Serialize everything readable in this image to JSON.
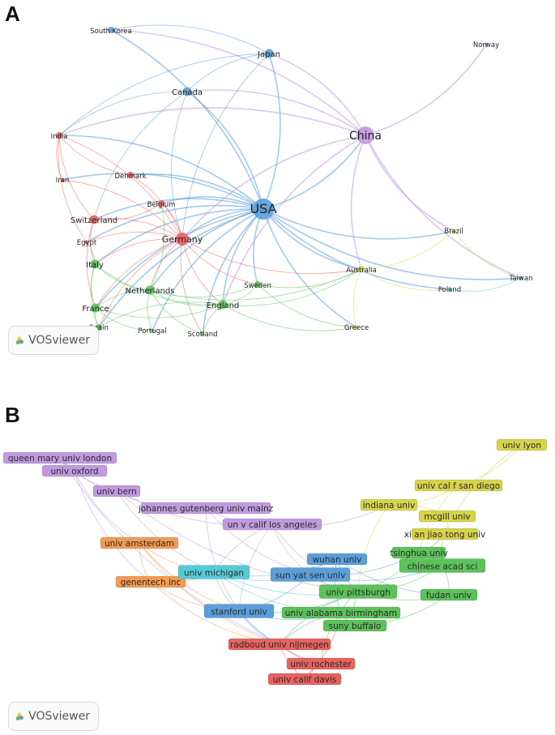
{
  "panels": {
    "a": {
      "letter": "A"
    },
    "b": {
      "letter": "B"
    }
  },
  "brand": {
    "text": "VOSviewer"
  },
  "colors": {
    "red": "#e8625f",
    "green": "#5cc25a",
    "blue": "#5a9fd9",
    "purple": "#c09ae0",
    "yellow": "#d6d44a",
    "orange": "#f39a52",
    "cyan": "#56cbd8"
  },
  "country_network": {
    "nodes": [
      {
        "id": "usa",
        "label": "USA",
        "cluster": "blue",
        "weight": 10
      },
      {
        "id": "china",
        "label": "China",
        "cluster": "purple",
        "weight": 7
      },
      {
        "id": "germany",
        "label": "Germany",
        "cluster": "red",
        "weight": 5
      },
      {
        "id": "japan",
        "label": "Japan",
        "cluster": "blue",
        "weight": 3
      },
      {
        "id": "canada",
        "label": "Canada",
        "cluster": "blue",
        "weight": 3
      },
      {
        "id": "southkorea",
        "label": "South Korea",
        "cluster": "blue",
        "weight": 2
      },
      {
        "id": "norway",
        "label": "Norway",
        "cluster": "purple",
        "weight": 1
      },
      {
        "id": "india",
        "label": "India",
        "cluster": "red",
        "weight": 2
      },
      {
        "id": "iran",
        "label": "Iran",
        "cluster": "red",
        "weight": 1
      },
      {
        "id": "denmark",
        "label": "Denmark",
        "cluster": "red",
        "weight": 2
      },
      {
        "id": "belgium",
        "label": "Belgium",
        "cluster": "red",
        "weight": 2
      },
      {
        "id": "switzerland",
        "label": "Switzerland",
        "cluster": "red",
        "weight": 3
      },
      {
        "id": "egypt",
        "label": "Egypt",
        "cluster": "red",
        "weight": 1
      },
      {
        "id": "italy",
        "label": "Italy",
        "cluster": "green",
        "weight": 3
      },
      {
        "id": "netherlands",
        "label": "Netherlands",
        "cluster": "green",
        "weight": 3
      },
      {
        "id": "france",
        "label": "France",
        "cluster": "green",
        "weight": 3
      },
      {
        "id": "spain",
        "label": "Spain",
        "cluster": "green",
        "weight": 2
      },
      {
        "id": "portugal",
        "label": "Portugal",
        "cluster": "green",
        "weight": 1
      },
      {
        "id": "scotland",
        "label": "Scotland",
        "cluster": "green",
        "weight": 1
      },
      {
        "id": "england",
        "label": "England",
        "cluster": "green",
        "weight": 3
      },
      {
        "id": "sweden",
        "label": "Sweden",
        "cluster": "green",
        "weight": 2
      },
      {
        "id": "australia",
        "label": "Australia",
        "cluster": "yellow",
        "weight": 2
      },
      {
        "id": "greece",
        "label": "Greece",
        "cluster": "yellow",
        "weight": 1
      },
      {
        "id": "brazil",
        "label": "Brazil",
        "cluster": "yellow",
        "weight": 1
      },
      {
        "id": "poland",
        "label": "Poland",
        "cluster": "cyan",
        "weight": 1
      },
      {
        "id": "taiwan",
        "label": "Taiwan",
        "cluster": "cyan",
        "weight": 1
      }
    ],
    "links": [
      [
        "usa",
        "china"
      ],
      [
        "usa",
        "japan"
      ],
      [
        "usa",
        "canada"
      ],
      [
        "usa",
        "southkorea"
      ],
      [
        "usa",
        "germany"
      ],
      [
        "usa",
        "india"
      ],
      [
        "usa",
        "denmark"
      ],
      [
        "usa",
        "belgium"
      ],
      [
        "usa",
        "switzerland"
      ],
      [
        "usa",
        "italy"
      ],
      [
        "usa",
        "netherlands"
      ],
      [
        "usa",
        "france"
      ],
      [
        "usa",
        "england"
      ],
      [
        "usa",
        "sweden"
      ],
      [
        "usa",
        "australia"
      ],
      [
        "usa",
        "brazil"
      ],
      [
        "usa",
        "poland"
      ],
      [
        "usa",
        "taiwan"
      ],
      [
        "usa",
        "spain"
      ],
      [
        "usa",
        "scotland"
      ],
      [
        "usa",
        "greece"
      ],
      [
        "usa",
        "iran"
      ],
      [
        "usa",
        "egypt"
      ],
      [
        "usa",
        "portugal"
      ],
      [
        "china",
        "japan"
      ],
      [
        "china",
        "norway"
      ],
      [
        "china",
        "southkorea"
      ],
      [
        "china",
        "canada"
      ],
      [
        "china",
        "germany"
      ],
      [
        "china",
        "australia"
      ],
      [
        "china",
        "taiwan"
      ],
      [
        "china",
        "india"
      ],
      [
        "china",
        "england"
      ],
      [
        "china",
        "brazil"
      ],
      [
        "japan",
        "southkorea"
      ],
      [
        "japan",
        "canada"
      ],
      [
        "japan",
        "germany"
      ],
      [
        "japan",
        "india"
      ],
      [
        "canada",
        "germany"
      ],
      [
        "canada",
        "india"
      ],
      [
        "canada",
        "switzerland"
      ],
      [
        "germany",
        "india"
      ],
      [
        "germany",
        "iran"
      ],
      [
        "germany",
        "denmark"
      ],
      [
        "germany",
        "belgium"
      ],
      [
        "germany",
        "switzerland"
      ],
      [
        "germany",
        "egypt"
      ],
      [
        "germany",
        "italy"
      ],
      [
        "germany",
        "netherlands"
      ],
      [
        "germany",
        "france"
      ],
      [
        "germany",
        "england"
      ],
      [
        "germany",
        "spain"
      ],
      [
        "germany",
        "sweden"
      ],
      [
        "germany",
        "australia"
      ],
      [
        "germany",
        "scotland"
      ],
      [
        "india",
        "iran"
      ],
      [
        "india",
        "egypt"
      ],
      [
        "india",
        "switzerland"
      ],
      [
        "india",
        "denmark"
      ],
      [
        "switzerland",
        "italy"
      ],
      [
        "switzerland",
        "france"
      ],
      [
        "switzerland",
        "belgium"
      ],
      [
        "italy",
        "france"
      ],
      [
        "italy",
        "netherlands"
      ],
      [
        "italy",
        "spain"
      ],
      [
        "italy",
        "england"
      ],
      [
        "italy",
        "egypt"
      ],
      [
        "netherlands",
        "england"
      ],
      [
        "netherlands",
        "france"
      ],
      [
        "netherlands",
        "sweden"
      ],
      [
        "netherlands",
        "scotland"
      ],
      [
        "netherlands",
        "portugal"
      ],
      [
        "netherlands",
        "belgium"
      ],
      [
        "netherlands",
        "australia"
      ],
      [
        "france",
        "spain"
      ],
      [
        "france",
        "england"
      ],
      [
        "france",
        "portugal"
      ],
      [
        "england",
        "scotland"
      ],
      [
        "england",
        "sweden"
      ],
      [
        "england",
        "australia"
      ],
      [
        "england",
        "greece"
      ],
      [
        "england",
        "spain"
      ],
      [
        "sweden",
        "australia"
      ],
      [
        "australia",
        "greece"
      ],
      [
        "australia",
        "brazil"
      ],
      [
        "australia",
        "poland"
      ],
      [
        "brazil",
        "taiwan"
      ],
      [
        "poland",
        "taiwan"
      ],
      [
        "sweden",
        "greece"
      ]
    ]
  },
  "institution_network": {
    "nodes": [
      {
        "id": "qmul",
        "label": "queen mary univ london",
        "cluster": "purple"
      },
      {
        "id": "oxford",
        "label": "univ oxford",
        "cluster": "purple"
      },
      {
        "id": "bern",
        "label": "univ bern",
        "cluster": "purple"
      },
      {
        "id": "mainz",
        "label": "johannes gutenberg univ mainz",
        "cluster": "purple"
      },
      {
        "id": "ucla",
        "label": "un v calif los angeles",
        "cluster": "purple"
      },
      {
        "id": "amsterdam",
        "label": "univ amsterdam",
        "cluster": "orange"
      },
      {
        "id": "genentech",
        "label": "genentech inc",
        "cluster": "orange"
      },
      {
        "id": "michigan",
        "label": "univ michigan",
        "cluster": "cyan"
      },
      {
        "id": "stanford",
        "label": "stanford univ",
        "cluster": "blue"
      },
      {
        "id": "wuhan",
        "label": "wuhan univ",
        "cluster": "blue"
      },
      {
        "id": "sysu",
        "label": "sun yat sen univ",
        "cluster": "blue"
      },
      {
        "id": "pitt",
        "label": "univ pittsburgh",
        "cluster": "green"
      },
      {
        "id": "uab",
        "label": "univ alabama birmingham",
        "cluster": "green"
      },
      {
        "id": "buffalo",
        "label": "suny buffalo",
        "cluster": "green"
      },
      {
        "id": "fudan",
        "label": "fudan univ",
        "cluster": "green"
      },
      {
        "id": "cas",
        "label": "chinese acad sci",
        "cluster": "green"
      },
      {
        "id": "tsinghua",
        "label": "tsinghua univ",
        "cluster": "green"
      },
      {
        "id": "xjtu",
        "label": "xi an jiao tong univ",
        "cluster": "yellow"
      },
      {
        "id": "mcgill",
        "label": "mcgill univ",
        "cluster": "yellow"
      },
      {
        "id": "indiana",
        "label": "indiana univ",
        "cluster": "yellow"
      },
      {
        "id": "ucsd",
        "label": "univ cal f san diego",
        "cluster": "yellow"
      },
      {
        "id": "lyon",
        "label": "univ lyon",
        "cluster": "yellow"
      },
      {
        "id": "radboud",
        "label": "radboud univ nijmegen",
        "cluster": "red"
      },
      {
        "id": "rochester",
        "label": "univ rochester",
        "cluster": "red"
      },
      {
        "id": "davis",
        "label": "univ calif davis",
        "cluster": "red"
      }
    ],
    "links": [
      [
        "qmul",
        "oxford"
      ],
      [
        "qmul",
        "bern"
      ],
      [
        "qmul",
        "radboud"
      ],
      [
        "oxford",
        "bern"
      ],
      [
        "oxford",
        "amsterdam"
      ],
      [
        "oxford",
        "genentech"
      ],
      [
        "bern",
        "mainz"
      ],
      [
        "bern",
        "ucla"
      ],
      [
        "bern",
        "michigan"
      ],
      [
        "mainz",
        "ucla"
      ],
      [
        "mainz",
        "stanford"
      ],
      [
        "ucla",
        "stanford"
      ],
      [
        "ucla",
        "michigan"
      ],
      [
        "ucla",
        "pitt"
      ],
      [
        "ucla",
        "sysu"
      ],
      [
        "amsterdam",
        "genentech"
      ],
      [
        "amsterdam",
        "michigan"
      ],
      [
        "amsterdam",
        "stanford"
      ],
      [
        "genentech",
        "stanford"
      ],
      [
        "genentech",
        "radboud"
      ],
      [
        "genentech",
        "michigan"
      ],
      [
        "michigan",
        "stanford"
      ],
      [
        "michigan",
        "wuhan"
      ],
      [
        "michigan",
        "sysu"
      ],
      [
        "michigan",
        "pitt"
      ],
      [
        "michigan",
        "uab"
      ],
      [
        "stanford",
        "sysu"
      ],
      [
        "stanford",
        "pitt"
      ],
      [
        "stanford",
        "radboud"
      ],
      [
        "stanford",
        "rochester"
      ],
      [
        "stanford",
        "uab"
      ],
      [
        "wuhan",
        "sysu"
      ],
      [
        "wuhan",
        "pitt"
      ],
      [
        "wuhan",
        "fudan"
      ],
      [
        "sysu",
        "pitt"
      ],
      [
        "sysu",
        "cas"
      ],
      [
        "sysu",
        "tsinghua"
      ],
      [
        "pitt",
        "uab"
      ],
      [
        "pitt",
        "buffalo"
      ],
      [
        "pitt",
        "fudan"
      ],
      [
        "pitt",
        "cas"
      ],
      [
        "pitt",
        "tsinghua"
      ],
      [
        "pitt",
        "radboud"
      ],
      [
        "uab",
        "buffalo"
      ],
      [
        "uab",
        "rochester"
      ],
      [
        "uab",
        "radboud"
      ],
      [
        "buffalo",
        "fudan"
      ],
      [
        "fudan",
        "cas"
      ],
      [
        "cas",
        "tsinghua"
      ],
      [
        "tsinghua",
        "xjtu"
      ],
      [
        "xjtu",
        "mcgill"
      ],
      [
        "xjtu",
        "cas"
      ],
      [
        "mcgill",
        "indiana"
      ],
      [
        "indiana",
        "ucsd"
      ],
      [
        "ucsd",
        "lyon"
      ],
      [
        "indiana",
        "pitt"
      ],
      [
        "ucsd",
        "tsinghua"
      ],
      [
        "lyon",
        "xjtu"
      ],
      [
        "radboud",
        "rochester"
      ],
      [
        "rochester",
        "davis"
      ],
      [
        "radboud",
        "davis"
      ],
      [
        "davis",
        "uab"
      ],
      [
        "ucla",
        "indiana"
      ],
      [
        "mainz",
        "sysu"
      ],
      [
        "bern",
        "pitt"
      ],
      [
        "amsterdam",
        "radboud"
      ],
      [
        "wuhan",
        "uab"
      ]
    ]
  }
}
